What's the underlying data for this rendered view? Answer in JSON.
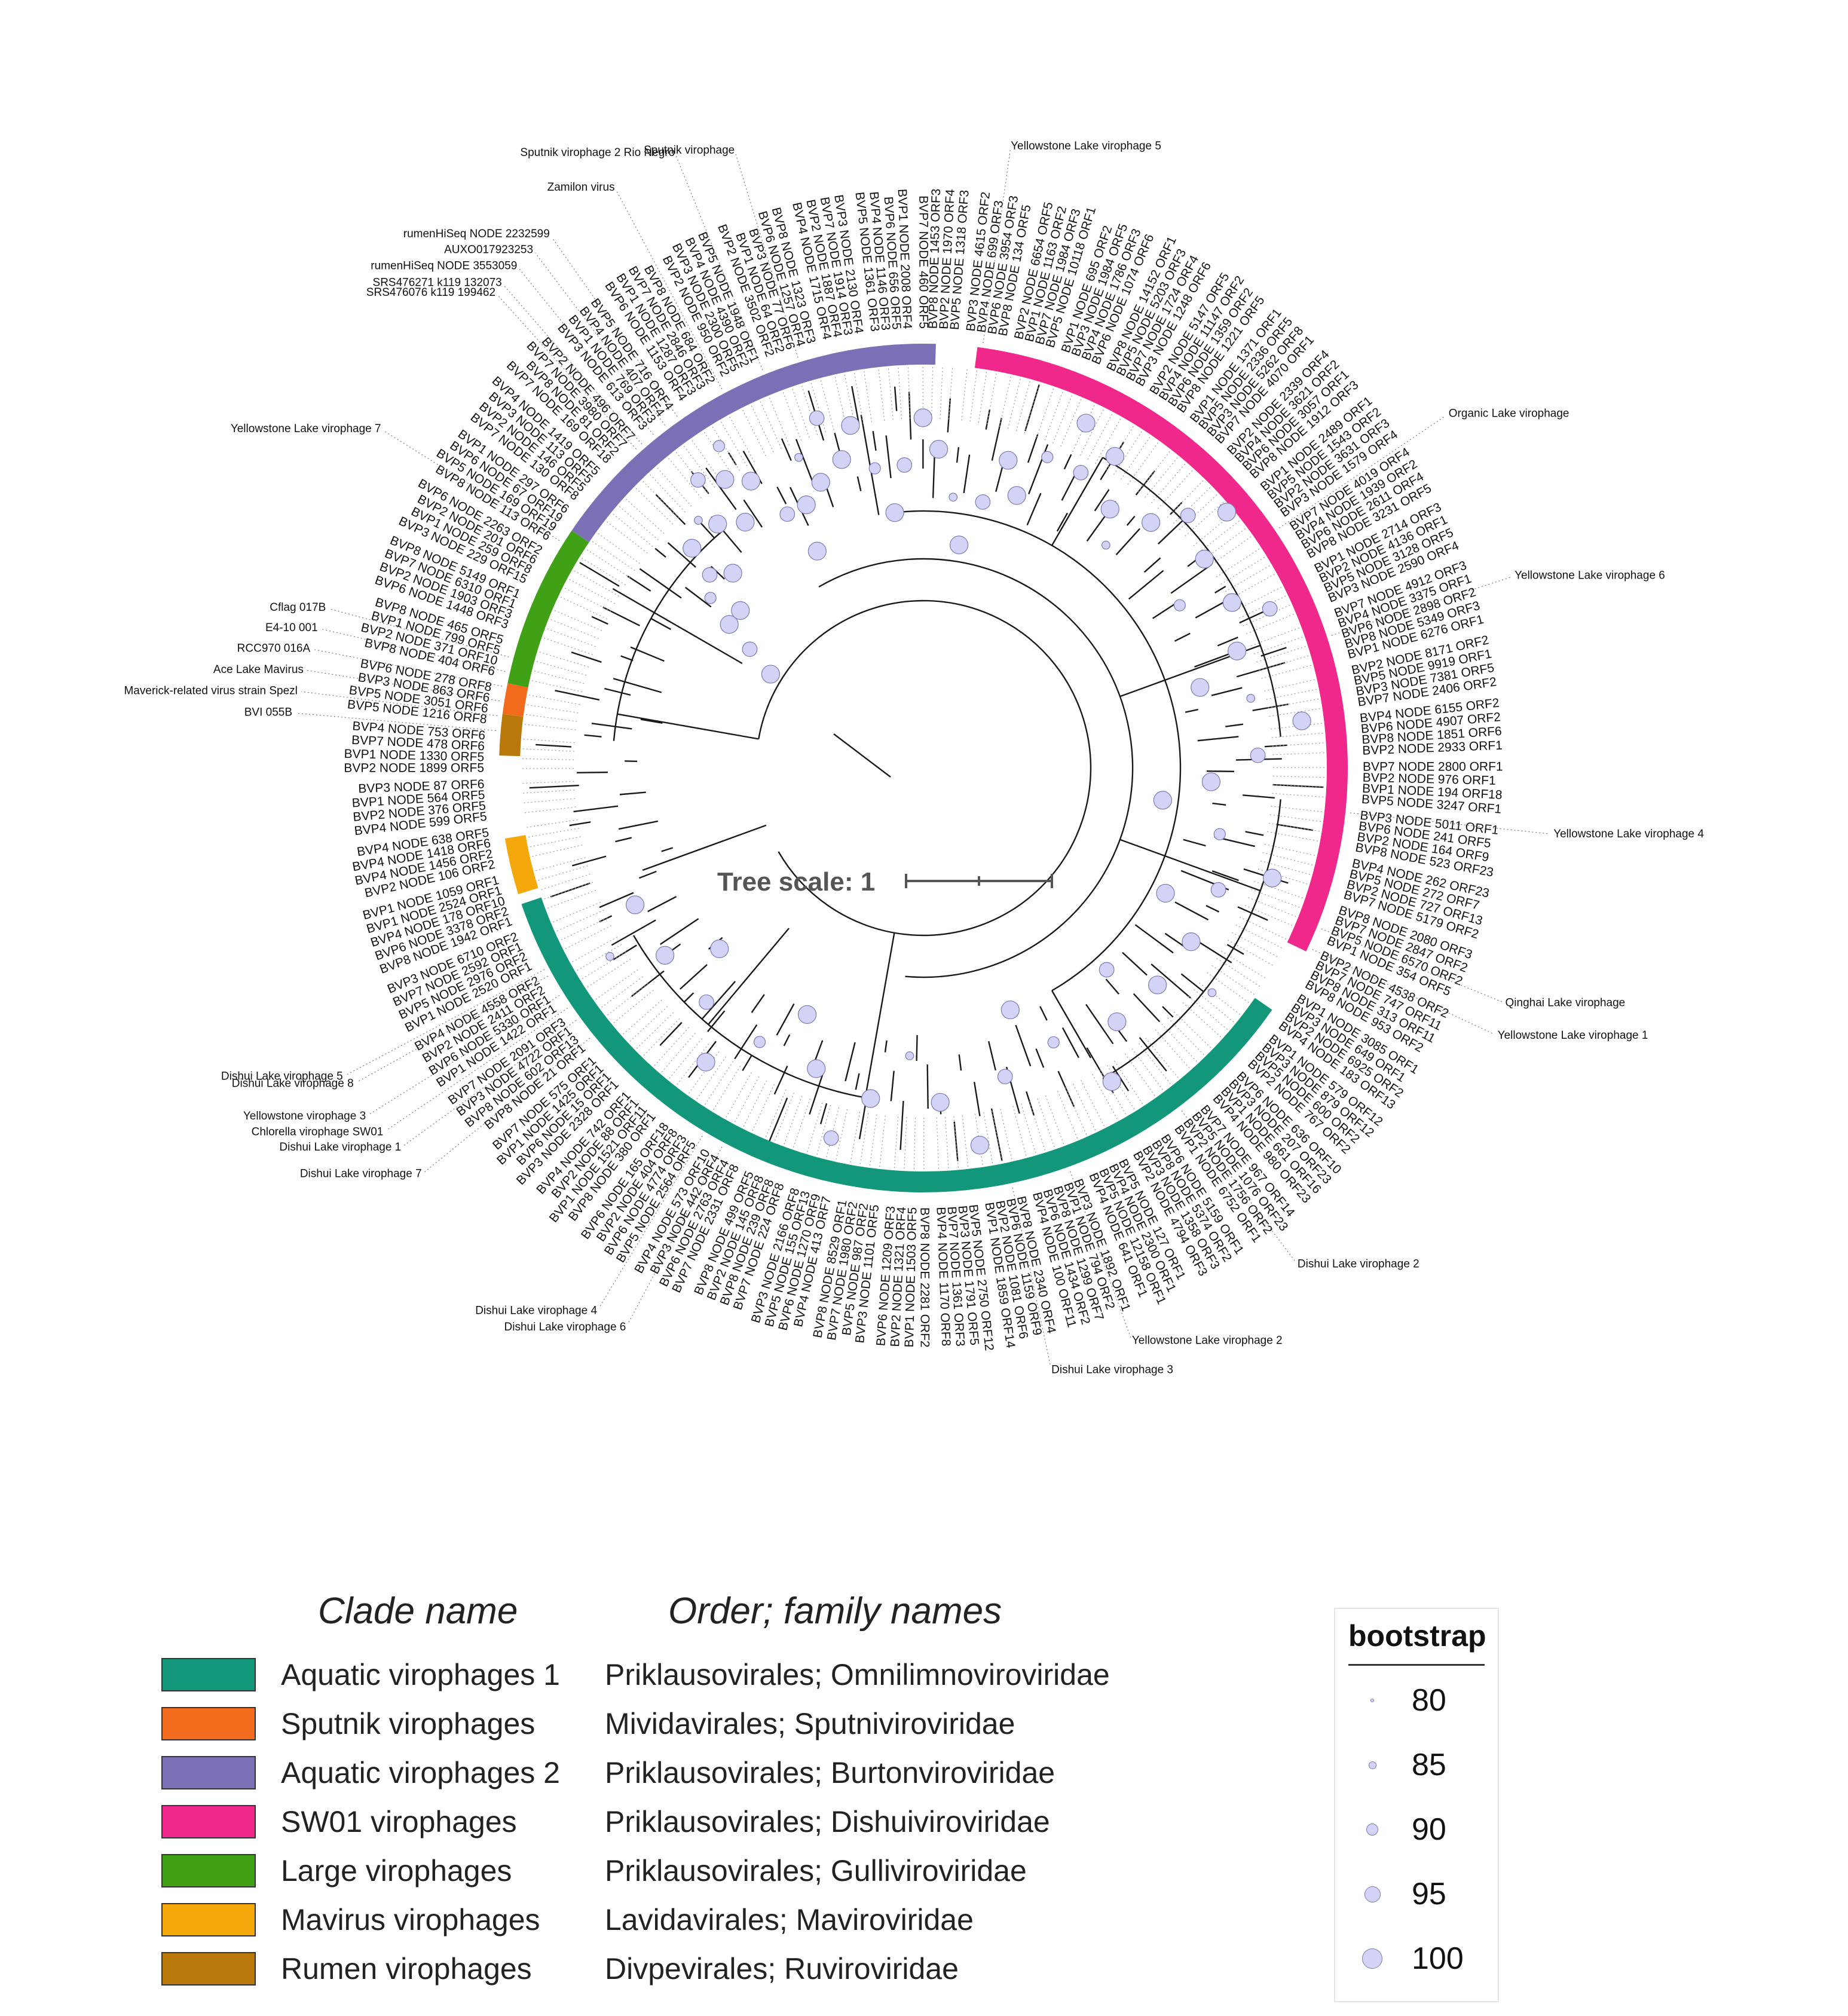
{
  "tree_scale_label": "Tree scale: 1",
  "clades": [
    {
      "name": "Aquatic virophages 1",
      "family": "Priklausovirales; Omnilimnoviroviridae",
      "color": "#13977a"
    },
    {
      "name": "Sputnik virophages",
      "family": "Mividavirales; Sputniviroviridae",
      "color": "#f26b1c"
    },
    {
      "name": "Aquatic virophages 2",
      "family": "Priklausovirales; Burtonviroviridae",
      "color": "#7b6fb5"
    },
    {
      "name": "SW01 virophages",
      "family": "Priklausovirales; Dishuiviroviridae",
      "color": "#f0288b"
    },
    {
      "name": "Large virophages",
      "family": "Priklausovirales; Gulliviroviridae",
      "color": "#41a116"
    },
    {
      "name": "Mavirus virophages",
      "family": "Lavidavirales; Maviroviridae",
      "color": "#f5a80b"
    },
    {
      "name": "Rumen virophages",
      "family": "Divpevirales; Ruviroviridae",
      "color": "#b8780a"
    }
  ],
  "legend_headers": {
    "clade": "Clade name",
    "family": "Order; family names"
  },
  "bootstrap": {
    "title": "bootstrap",
    "values": [
      80,
      85,
      90,
      95,
      100
    ],
    "dot_fill": "#d3d3f5",
    "dot_stroke": "#7a7ab8"
  },
  "ring": [
    {
      "clade": "Aquatic virophages 1",
      "start": 331,
      "end": 511
    },
    {
      "clade": "Mavirus virophages",
      "start": 1,
      "end": 12
    },
    {
      "clade": "Rumen virophages",
      "start": 28,
      "end": 36
    },
    {
      "clade": "Sputnik virophages",
      "start": 36,
      "end": 42
    },
    {
      "clade": "Large virophages",
      "start": 42,
      "end": 74
    },
    {
      "clade": "Aquatic virophages 2",
      "start": 74,
      "end": 156
    },
    {
      "clade": "SW01 virophages",
      "start": 164,
      "end": 318
    }
  ],
  "bootstrap_markers": [
    [
      220,
      1.6,
      100
    ],
    [
      230,
      1.8,
      95
    ],
    [
      240,
      2.0,
      100
    ],
    [
      250,
      2.2,
      90
    ],
    [
      258,
      2.0,
      100
    ],
    [
      265,
      2.3,
      95
    ],
    [
      272,
      2.5,
      100
    ],
    [
      282,
      2.2,
      100
    ],
    [
      290,
      2.6,
      85
    ],
    [
      300,
      2.5,
      100
    ],
    [
      308,
      2.8,
      95
    ],
    [
      318,
      2.4,
      100
    ],
    [
      326,
      2.7,
      100
    ],
    [
      334,
      2.9,
      90
    ],
    [
      342,
      2.6,
      100
    ],
    [
      352,
      2.3,
      95
    ],
    [
      362,
      2.0,
      100
    ],
    [
      372,
      2.3,
      100
    ],
    [
      382,
      2.6,
      85
    ],
    [
      392,
      2.4,
      100
    ],
    [
      402,
      2.8,
      95
    ],
    [
      412,
      2.5,
      100
    ],
    [
      424,
      2.7,
      100
    ],
    [
      438,
      2.4,
      90
    ],
    [
      450,
      2.1,
      100
    ],
    [
      464,
      2.4,
      95
    ],
    [
      478,
      2.7,
      100
    ],
    [
      492,
      2.5,
      100
    ],
    [
      506,
      2.2,
      85
    ],
    [
      520,
      1.9,
      100
    ],
    [
      534,
      2.2,
      95
    ],
    [
      548,
      2.5,
      100
    ],
    [
      562,
      2.3,
      100
    ],
    [
      576,
      2.6,
      90
    ],
    [
      590,
      2.9,
      100
    ],
    [
      604,
      2.6,
      95
    ],
    [
      620,
      2.8,
      100
    ],
    [
      636,
      2.5,
      100
    ],
    [
      652,
      2.3,
      85
    ],
    [
      668,
      2.6,
      100
    ],
    [
      684,
      2.8,
      95
    ],
    [
      700,
      3.0,
      100
    ],
    [
      716,
      2.7,
      100
    ],
    [
      734,
      2.4,
      90
    ],
    [
      752,
      2.7,
      100
    ],
    [
      770,
      2.9,
      95
    ],
    [
      788,
      2.6,
      100
    ],
    [
      806,
      2.3,
      100
    ],
    [
      826,
      2.6,
      85
    ],
    [
      846,
      2.9,
      100
    ],
    [
      868,
      2.6,
      95
    ],
    [
      890,
      2.3,
      100
    ],
    [
      912,
      2.0,
      100
    ],
    [
      934,
      2.4,
      90
    ],
    [
      956,
      2.8,
      100
    ],
    [
      978,
      2.5,
      95
    ],
    [
      1000,
      2.2,
      100
    ],
    [
      1024,
      2.5,
      100
    ],
    [
      1048,
      2.8,
      85
    ],
    [
      1070,
      2.5,
      100
    ],
    [
      1092,
      2.2,
      95
    ],
    [
      1114,
      2.5,
      100
    ],
    [
      1140,
      2.8,
      100
    ],
    [
      1166,
      2.4,
      90
    ],
    [
      1190,
      2.1,
      100
    ],
    [
      1214,
      2.5,
      95
    ],
    [
      1240,
      2.9,
      100
    ],
    [
      1266,
      2.6,
      100
    ],
    [
      1292,
      2.3,
      85
    ],
    [
      1318,
      2.6,
      100
    ],
    [
      1342,
      2.9,
      95
    ],
    [
      1366,
      2.5,
      100
    ],
    [
      1390,
      2.2,
      100
    ],
    [
      1416,
      2.5,
      90
    ],
    [
      1442,
      2.8,
      100
    ],
    [
      1468,
      2.5,
      95
    ],
    [
      1494,
      2.2,
      100
    ],
    [
      1518,
      2.5,
      100
    ],
    [
      1542,
      2.8,
      85
    ],
    [
      1566,
      2.5,
      100
    ]
  ],
  "leaves": [
    "BVP4 NODE 178 ORF10",
    "BVP1 NODE 2524 ORF1",
    "BVP1 NODE 1059 ORF1",
    "BVP2 NODE 106 ORF2",
    "BVP4 NODE 1456 ORF2",
    "BVP4 NODE 1418 ORF6",
    "BVP4 NODE 638 ORF5",
    "BVP4 NODE 599 ORF5",
    "BVP2 NODE 376 ORF5",
    "BVP1 NODE 564 ORF5",
    "BVP3 NODE 87 ORF6",
    "BVP2 NODE 1899 ORF5",
    "BVP1 NODE 1330 ORF5",
    "BVP7 NODE 478 ORF6",
    "BVP4 NODE 753 ORF6",
    "BVP5 NODE 1216 ORF8",
    "BVP5 NODE 3051 ORF6",
    "BVP3 NODE 863 ORF6",
    "BVP6 NODE 278 ORF8",
    "BVP8 NODE 404 ORF6",
    "BVP2 NODE 371 ORF10",
    "BVP1 NODE 799 ORF5",
    "BVP8 NODE 465 ORF5",
    "BVP6 NODE 1448 ORF3",
    "BVP2 NODE 1903 ORF3",
    "BVP7 NODE 6310 ORF1",
    "BVP8 NODE 5149 ORF1",
    "BVP3 NODE 229 ORF15",
    "BVP1 NODE 259 ORF8",
    "BVP2 NODE 201 ORF6",
    "BVP6 NODE 2263 ORF2",
    "BVP8 NODE 113 ORF6",
    "BVP5 NODE 169 ORF19",
    "BVP6 NODE 67 ORF19",
    "BVP1 NODE 297 ORF6",
    "BVP7 NODE 130 ORF8",
    "BVP2 NODE 146 ORF5",
    "BVP3 NODE 113 ORF5",
    "BVP4 NODE 1419 ORF5",
    "BVP7 NODE 169 ORF18",
    "BVP8 NODE 81 ORF2",
    "BVP7 NODE 3980 ORF7",
    "BVP2 NODE 496 ORF7",
    "BVP3 NODE 613 ORF3",
    "BVP1 NODE 769 ORF3",
    "BVP4 NODE 407 ORF4",
    "BVP5 NODE 716 ORF4",
    "BVP6 NODE 1153 ORF4",
    "BVP1 NODE 1287 ORF3",
    "BVP7 NODE 2846 ORF3",
    "BVP8 NODE 684 ORF2",
    "BVP2 NODE 950 ORF2",
    "BVP3 NODE 2300 ORF5",
    "BVP4 NODE 4390 ORF2",
    "BVP5 NODE 1948 ORF1",
    "BVP2 NODE 3502 ORF2",
    "BVP1 NODE 64 ORF2",
    "BVP3 NODE 77 ORF6",
    "BVP6 NODE 1257 ORF4",
    "BVP8 NODE 1323 ORF3",
    "BVP4 NODE 1715 ORF4",
    "BVP2 NODE 1887 ORF4",
    "BVP7 NODE 1914 ORF3",
    "BVP3 NODE 2130 ORF4",
    "BVP5 NODE 1361 ORF3",
    "BVP4 NODE 1146 ORF3",
    "BVP6 NODE 656 ORF5",
    "BVP1 NODE 2008 ORF4",
    "BVP7 NODE 460 ORF5",
    "BVP8 NODE 1453 ORF3",
    "BVP2 NODE 1970 ORF4",
    "BVP5 NODE 1318 ORF3",
    "BVP3 NODE 4615 ORF2",
    "BVP4 NODE 699 ORF3",
    "BVP6 NODE 3954 ORF3",
    "BVP8 NODE 134 ORF5",
    "BVP2 NODE 6654 ORF5",
    "BVP1 NODE 1163 ORF2",
    "BVP7 NODE 1984 ORF3",
    "BVP5 NODE 10118 ORF1",
    "BVP1 NODE 695 ORF2",
    "BVP3 NODE 1984 ORF5",
    "BVP4 NODE 1786 ORF3",
    "BVP6 NODE 1074 ORF6",
    "BVP8 NODE 14152 ORF1",
    "BVP5 NODE 5203 ORF3",
    "BVP7 NODE 1724 ORF4",
    "BVP3 NODE 1248 ORF6",
    "BVP2 NODE 5147 ORF5",
    "BVP4 NODE 11147 ORF2",
    "BVP6 NODE 1359 ORF2",
    "BVP8 NODE 1221 ORF5",
    "BVP1 NODE 1371 ORF1",
    "BVP5 NODE 2336 ORF5",
    "BVP3 NODE 5262 ORF8",
    "BVP7 NODE 4070 ORF1",
    "BVP2 NODE 2339 ORF4",
    "BVP4 NODE 3621 ORF2",
    "BVP6 NODE 3057 ORF1",
    "BVP8 NODE 1912 ORF3",
    "BVP1 NODE 2489 ORF1",
    "BVP5 NODE 1543 ORF2",
    "BVP2 NODE 3631 ORF3",
    "BVP3 NODE 1579 ORF4",
    "BVP7 NODE 4019 ORF4",
    "BVP4 NODE 1939 ORF2",
    "BVP6 NODE 2611 ORF4",
    "BVP8 NODE 3231 ORF5",
    "BVP1 NODE 2714 ORF3",
    "BVP2 NODE 4136 ORF1",
    "BVP5 NODE 3128 ORF5",
    "BVP3 NODE 2590 ORF4",
    "BVP7 NODE 4912 ORF3",
    "BVP4 NODE 3375 ORF1",
    "BVP6 NODE 2898 ORF2",
    "BVP8 NODE 5349 ORF3",
    "BVP1 NODE 6276 ORF1",
    "BVP2 NODE 8171 ORF2",
    "BVP5 NODE 9919 ORF1",
    "BVP3 NODE 7381 ORF5",
    "BVP7 NODE 2406 ORF2",
    "BVP4 NODE 6155 ORF2",
    "BVP6 NODE 4907 ORF2",
    "BVP8 NODE 1851 ORF6",
    "BVP2 NODE 2933 ORF1",
    "BVP7 NODE 2800 ORF1",
    "BVP2 NODE 976 ORF1",
    "BVP1 NODE 194 ORF18",
    "BVP5 NODE 3247 ORF1",
    "BVP3 NODE 5011 ORF1",
    "BVP6 NODE 241 ORF5",
    "BVP2 NODE 164 ORF9",
    "BVP8 NODE 523 ORF23",
    "BVP4 NODE 262 ORF23",
    "BVP5 NODE 272 ORF7",
    "BVP2 NODE 727 ORF13",
    "BVP7 NODE 5179 ORF2",
    "BVP8 NODE 2080 ORF3",
    "BVP7 NODE 2847 ORF2",
    "BVP5 NODE 6570 ORF2",
    "BVP1 NODE 354 ORF5",
    "BVP2 NODE 4538 ORF2",
    "BVP7 NODE 747 ORF11",
    "BVP8 NODE 313 ORF11",
    "BVP8 NODE 953 ORF2",
    "BVP1 NODE 3085 ORF1",
    "BVP3 NODE 649 ORF1",
    "BVP2 NODE 6925 ORF2",
    "BVP4 NODE 183 ORF13",
    "BVP1 NODE 579 ORF12",
    "BVP3 NODE 879 ORF12",
    "BVP5 NODE 600 ORF2",
    "BVP2 NODE 767 ORF2",
    "BVP6 NODE 636 ORF10",
    "BVP3 NODE 207 ORF23",
    "BVP1 NODE 661 ORF16",
    "BVP4 NODE 980 ORF23",
    "BVP7 NODE 967 ORF14",
    "BVP5 NODE 1076 ORF23",
    "BVP2 NODE 1756 ORF2",
    "BVP1 NODE 6752 ORF1",
    "BVP6 NODE 5159 ORF1",
    "BVP8 NODE 5374 ORF2",
    "BVP3 NODE 1358 ORF3",
    "BVP2 NODE 4794 ORF3",
    "BVP5 NODE 127 ORF1",
    "BVP4 NODE 2300 ORF1",
    "BVP5 NODE 12158 ORF1",
    "BVP4 NODE 641 ORF1",
    "BVP3 NODE 1892 ORF1",
    "BVP1 NODE 794 ORF2",
    "BVP8 NODE 1299 ORF7",
    "BVP6 NODE 1434 ORF2",
    "BVP4 NODE 100 ORF11",
    "BVP8 NODE 2340 ORF4",
    "BVP6 NODE 1159 ORF9",
    "BVP2 NODE 1081 ORF6",
    "BVP1 NODE 1859 ORF14",
    "BVP5 NODE 2750 ORF12",
    "BVP3 NODE 1791 ORF5",
    "BVP7 NODE 1361 ORF3",
    "BVP4 NODE 1170 ORF8",
    "BVP8 NODE 2281 ORF2",
    "BVP1 NODE 1503 ORF5",
    "BVP2 NODE 1321 ORF4",
    "BVP6 NODE 1209 ORF3",
    "BVP3 NODE 1101 ORF5",
    "BVP5 NODE 987 ORF2",
    "BVP7 NODE 1980 ORF2",
    "BVP8 NODE 8529 ORF1",
    "BVP4 NODE 413 ORF7",
    "BVP6 NODE 1270 ORF9",
    "BVP5 NODE 155 ORF13",
    "BVP3 NODE 2166 ORF8",
    "BVP7 NODE 224 ORF8",
    "BVP8 NODE 239 ORF8",
    "BVP2 NODE 145 ORF8",
    "BVP8 NODE 499 ORF5",
    "BVP7 NODE 2331 ORF8",
    "BVP6 NODE 2763 ORF4",
    "BVP3 NODE 442 ORF4",
    "BVP4 NODE 573 ORF10",
    "BVP5 NODE 2564 ORF5",
    "BVP6 NODE 4774 ORF3",
    "BVP2 NODE 404 ORF8",
    "BVP6 NODE 165 ORF18",
    "BVP8 NODE 380 ORF1",
    "BVP1 NODE 1521 ORF11",
    "BVP2 NODE 88 ORF1",
    "BVP4 NODE 742 ORF1",
    "BVP3 NODE 2328 ORF1",
    "BVP6 NODE 15 ORF1",
    "BVP1 NODE 1425 ORF1",
    "BVP7 NODE 575 ORF1",
    "BVP8 NODE 21 ORF1",
    "BVP8 NODE 602 ORF13",
    "BVP3 NODE 4722 ORF1",
    "BVP7 NODE 2091 ORF3",
    "BVP1 NODE 1422 ORF1",
    "BVP6 NODE 5330 ORF1",
    "BVP2 NODE 2411 ORF2",
    "BVP4 NODE 4558 ORF2",
    "BVP1 NODE 2520 ORF1",
    "BVP5 NODE 2976 ORF2",
    "BVP7 NODE 2592 ORF1",
    "BVP3 NODE 6710 ORF2",
    "BVP8 NODE 1942 ORF1",
    "BVP6 NODE 3378 ORF2"
  ],
  "reference_labels": [
    "Yellowstone Lake virophage 5",
    "Organic Lake virophage",
    "Yellowstone Lake virophage 6",
    "Yellowstone Lake virophage 4",
    "Qinghai Lake virophage",
    "Yellowstone Lake virophage 1",
    "Dishui Lake virophage 2",
    "Yellowstone Lake virophage 2",
    "Dishui Lake virophage 3",
    "Dishui Lake virophage 6",
    "Dishui Lake virophage 4",
    "Dishui Lake virophage 7",
    "Dishui Lake virophage 1",
    "Chlorella virophage SW01",
    "Yellowstone virophage 3",
    "Dishui Lake virophage 8",
    "Dishui Lake virophage 5",
    "Cflag 017B",
    "E4-10 001",
    "RCC970 016A",
    "Ace Lake Mavirus",
    "Maverick-related virus strain Spezl",
    "BVI 055B",
    "Yellowstone Lake virophage 7",
    "SRS476076 k119 199462",
    "SRS476271 k119 132073",
    "rumenHiSeq NODE 3553059",
    "AUXO017923253",
    "rumenHiSeq NODE 2232599",
    "Zamilon virus",
    "Sputnik virophage 2 Rio Negro",
    "Sputnik virophage"
  ]
}
